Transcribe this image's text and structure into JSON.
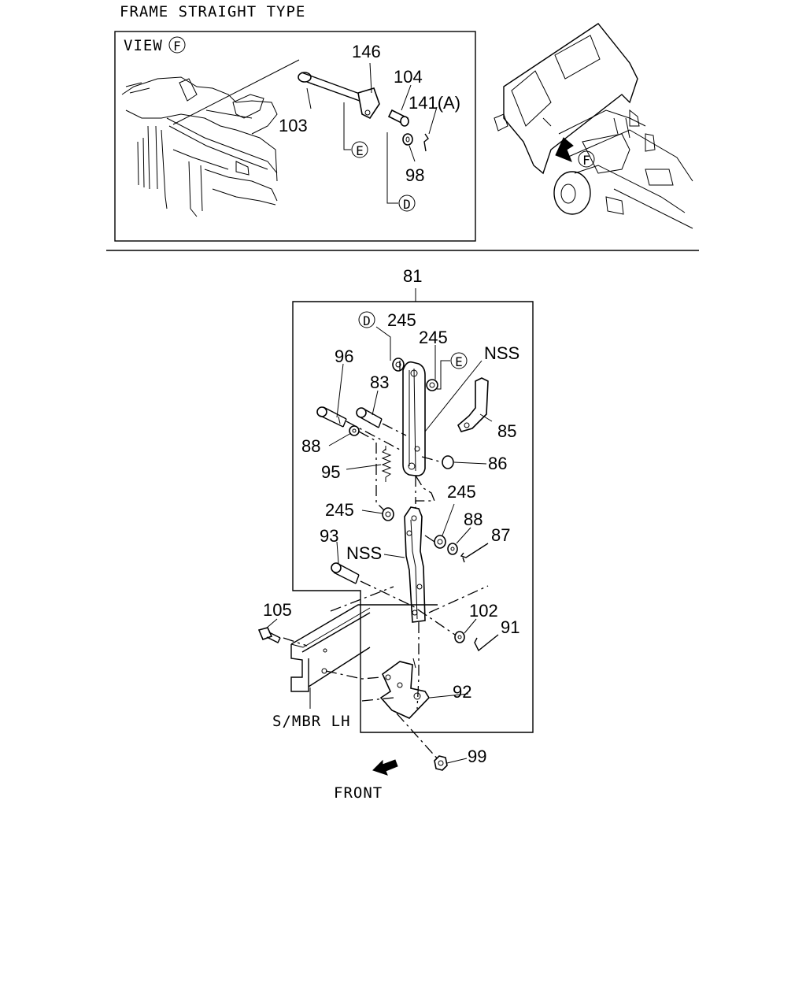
{
  "header": {
    "title": "FRAME STRAIGHT TYPE"
  },
  "view_box": {
    "title": "VIEW",
    "view_marker": "F"
  },
  "vehicle": {
    "marker": "F"
  },
  "view_callouts": {
    "p146": "146",
    "p104": "104",
    "p141": "141(A)",
    "p103": "103",
    "p98": "98",
    "ref_e": "E",
    "ref_d": "D"
  },
  "main_callouts": {
    "p81": "81",
    "ref_d": "D",
    "p245_a": "245",
    "p245_b": "245",
    "ref_e": "E",
    "nss_top": "NSS",
    "p96": "96",
    "p83": "83",
    "p85": "85",
    "p88_a": "88",
    "p86": "86",
    "p95": "95",
    "p245_c": "245",
    "p245_d": "245",
    "p88_b": "88",
    "p87": "87",
    "p93": "93",
    "nss_bottom": "NSS",
    "p105": "105",
    "p102": "102",
    "p91": "91",
    "p92": "92",
    "frame_label": "S/MBR LH",
    "p99": "99",
    "front_label": "FRONT"
  }
}
